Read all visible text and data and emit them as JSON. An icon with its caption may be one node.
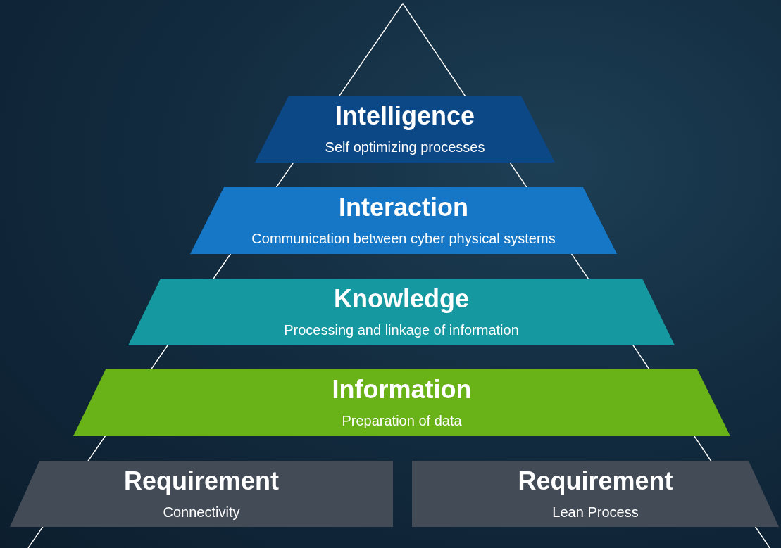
{
  "diagram": {
    "nodes": [
      {
        "text": [
          "Intelligence",
          "Self optimizing processes"
        ]
      },
      {
        "text": [
          "Interaction",
          "Communication between cyber physical systems"
        ]
      },
      {
        "text": [
          "Knowledge",
          "Processing and linkage of information"
        ]
      },
      {
        "text": [
          "Information",
          "Preparation of data"
        ]
      },
      {
        "text": [
          "Requirement",
          "Connectivity"
        ]
      },
      {
        "text": [
          "Requirement",
          "Lean Process"
        ]
      }
    ]
  }
}
